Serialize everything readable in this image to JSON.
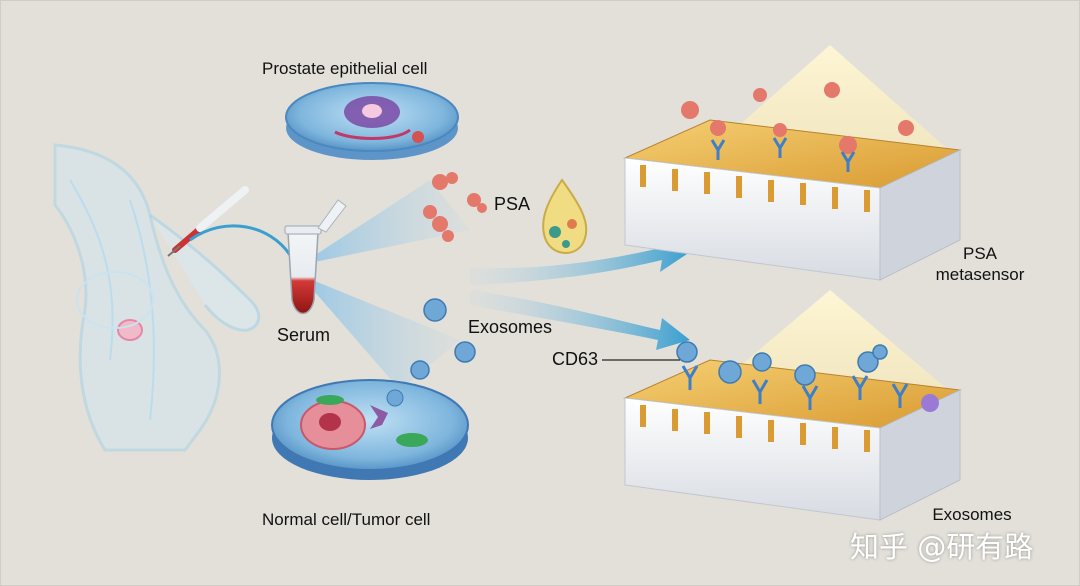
{
  "labels": {
    "prostate_cell": "Prostate epithelial cell",
    "psa": "PSA",
    "serum": "Serum",
    "exosomes": "Exosomes",
    "cd63": "CD63",
    "normal_tumor_cell": "Normal cell/Tumor cell",
    "psa_metasensor_line1": "PSA",
    "psa_metasensor_line2": "metasensor",
    "exosomes_metasensor_line1": "Exosomes"
  },
  "watermark": "知乎 @研有路",
  "colors": {
    "panel_background": "#e2e0d9",
    "body_outline": "#9fd0ea",
    "flow_arrow": "#3a9fd0",
    "gold_surface": "#e9b552",
    "antibody": "#3f7fc7",
    "psa_protein": "#e4786b",
    "exosome": "#6fa8d6",
    "cell_membrane": "#7fb6dd",
    "light_beam": "#ffe9a6"
  }
}
